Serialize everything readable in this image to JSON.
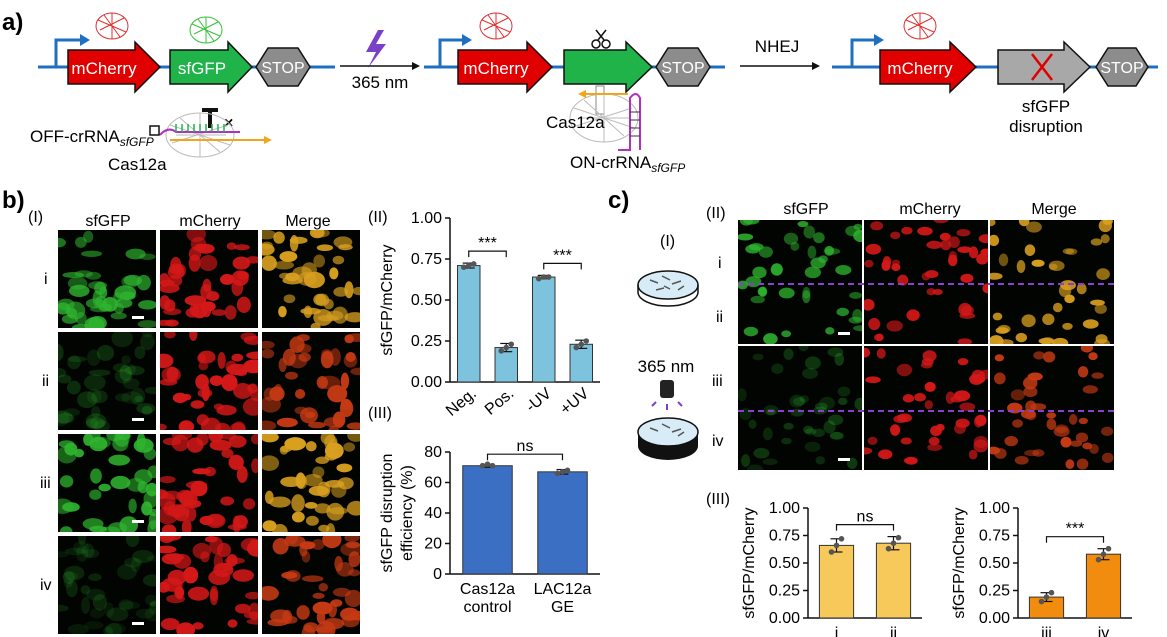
{
  "panel_a": {
    "label": "a)",
    "construct1": {
      "mcherry": "mCherry",
      "sfgfp": "sfGFP",
      "stop": "STOP"
    },
    "off_crrna": {
      "prefix": "OFF-crRNA",
      "sub": "sfGFP"
    },
    "cas_left": "Cas12a",
    "light": "365 nm",
    "construct2": {
      "mcherry": "mCherry",
      "stop": "STOP"
    },
    "cas_mid": "Cas12a",
    "on_crrna": {
      "prefix": "ON-crRNA",
      "sub": "sfGFP"
    },
    "nhej": "NHEJ",
    "construct3": {
      "mcherry": "mCherry",
      "stop": "STOP"
    },
    "disruption": [
      "sfGFP",
      "disruption"
    ]
  },
  "panel_b": {
    "label": "b)",
    "sub_I": "(I)",
    "sub_II": "(II)",
    "sub_III": "(III)",
    "col_headers": [
      "sfGFP",
      "mCherry",
      "Merge"
    ],
    "row_labels": [
      "i",
      "ii",
      "iii",
      "iv"
    ],
    "row_intensity": [
      0.9,
      0.25,
      0.95,
      0.2
    ]
  },
  "panel_c": {
    "label": "c)",
    "sub_I": "(I)",
    "sub_II": "(II)",
    "sub_III": "(III)",
    "light": "365 nm",
    "col_headers": [
      "sfGFP",
      "mCherry",
      "Merge"
    ],
    "row_labels": [
      "i",
      "ii",
      "iii",
      "iv"
    ]
  },
  "colors": {
    "red": "#e00000",
    "green": "#1fb34a",
    "grey": "#a8a8a8",
    "blue": "#1f6fc1",
    "bar_blue": "#7ec3dd",
    "bar_navy": "#3a6fc4",
    "bar_yellow": "#f7c95a",
    "bar_orange": "#f28c0f",
    "purple": "#8a3fd1",
    "orange_line": "#f2a51a"
  },
  "chart_data": [
    {
      "type": "bar",
      "categories": [
        "Neg.",
        "Pos.",
        "-UV",
        "+UV"
      ],
      "values": [
        0.71,
        0.21,
        0.64,
        0.23
      ],
      "errors": [
        0.015,
        0.025,
        0.01,
        0.025
      ],
      "points": [
        [
          0.7,
          0.71,
          0.72
        ],
        [
          0.19,
          0.21,
          0.23
        ],
        [
          0.63,
          0.64,
          0.64
        ],
        [
          0.21,
          0.23,
          0.25
        ]
      ],
      "ylabel": "sfGFP/mCherry",
      "ylim": [
        0,
        1.0
      ],
      "yticks": [
        "0.00",
        "0.25",
        "0.50",
        "0.75",
        "1.00"
      ],
      "significance": [
        {
          "from": "Neg.",
          "to": "Pos.",
          "label": "***"
        },
        {
          "from": "-UV",
          "to": "+UV",
          "label": "***"
        }
      ],
      "color": "#7ec3dd"
    },
    {
      "type": "bar",
      "categories": [
        "Cas12a\ncontrol",
        "LAC12a\nGE"
      ],
      "values": [
        71,
        67
      ],
      "errors": [
        1,
        1.5
      ],
      "points": [
        [
          71,
          72,
          71
        ],
        [
          66,
          67,
          68
        ]
      ],
      "ylabel": "sfGFP disruption efficiency (%)",
      "ylim": [
        0,
        80
      ],
      "yticks": [
        "0",
        "20",
        "40",
        "60",
        "80"
      ],
      "significance": [
        {
          "from": "Cas12a\ncontrol",
          "to": "LAC12a\nGE",
          "label": "ns"
        }
      ],
      "color": "#3a6fc4"
    },
    {
      "type": "bar",
      "categories": [
        "i",
        "ii"
      ],
      "values": [
        0.66,
        0.68
      ],
      "errors": [
        0.06,
        0.06
      ],
      "points": [
        [
          0.6,
          0.66,
          0.72
        ],
        [
          0.63,
          0.68,
          0.73
        ]
      ],
      "ylabel": "sfGFP/mCherry",
      "ylim": [
        0,
        1.0
      ],
      "yticks": [
        "0.00",
        "0.25",
        "0.50",
        "0.75",
        "1.00"
      ],
      "significance": [
        {
          "from": "i",
          "to": "ii",
          "label": "ns"
        }
      ],
      "color": "#f7c95a"
    },
    {
      "type": "bar",
      "categories": [
        "iii",
        "iv"
      ],
      "values": [
        0.19,
        0.58
      ],
      "errors": [
        0.04,
        0.05
      ],
      "points": [
        [
          0.15,
          0.19,
          0.23
        ],
        [
          0.53,
          0.58,
          0.63
        ]
      ],
      "ylabel": "sfGFP/mCherry",
      "ylim": [
        0,
        1.0
      ],
      "yticks": [
        "0.00",
        "0.25",
        "0.50",
        "0.75",
        "1.00"
      ],
      "significance": [
        {
          "from": "iii",
          "to": "iv",
          "label": "***"
        }
      ],
      "color": "#f28c0f"
    }
  ]
}
